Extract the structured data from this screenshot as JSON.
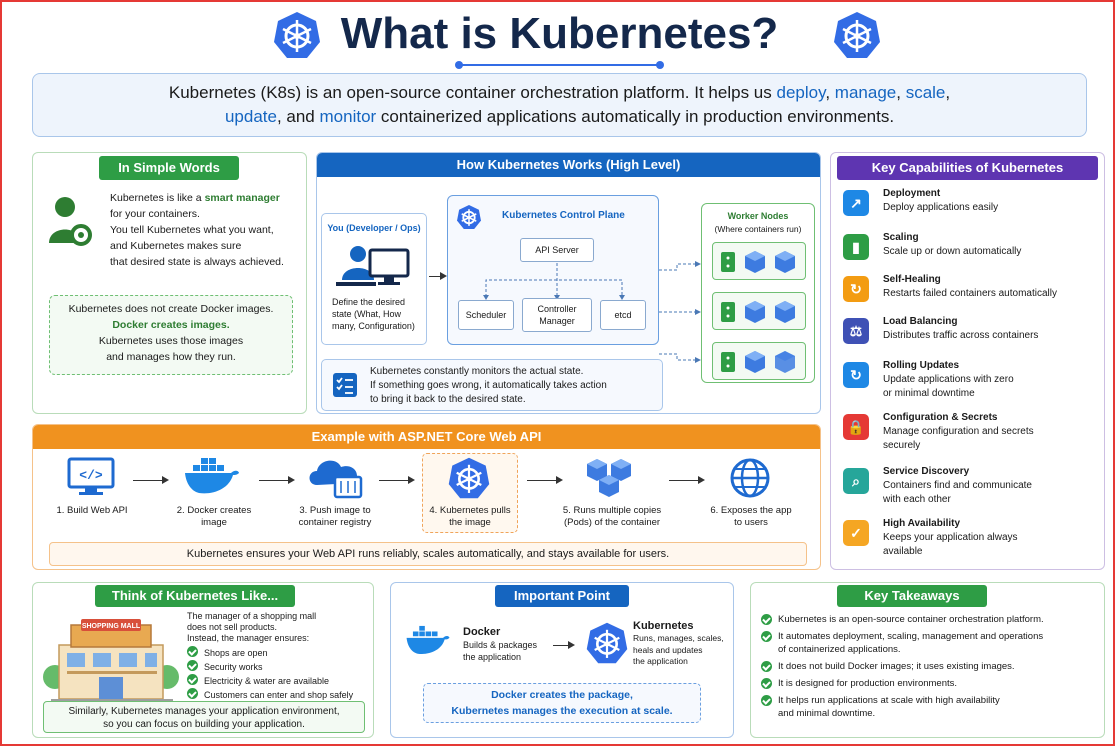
{
  "title": "What is Kubernetes?",
  "intro": {
    "p1": "Kubernetes (K8s) is an open-source container orchestration platform. It helps us",
    "w_deploy": "deploy",
    "c1": ",",
    "w_manage": "manage",
    "c2": ",",
    "w_scale": "scale",
    "c3": ",",
    "w_update": "update",
    "p2": ", and",
    "w_monitor": "monitor",
    "p3": "containerized applications automatically in production environments."
  },
  "simple": {
    "header": "In Simple Words",
    "l1a": "Kubernetes is like a",
    "l1b": "smart manager",
    "l2": "for your containers.",
    "l3": "You tell Kubernetes what you want,",
    "l4": "and Kubernetes makes sure",
    "l5": "that desired state is always achieved.",
    "note1": "Kubernetes does not create Docker images.",
    "note2": "Docker creates images.",
    "note3": "Kubernetes uses those images",
    "note4": "and manages how they run."
  },
  "works": {
    "header": "How Kubernetes Works (High Level)",
    "you_title": "You (Developer / Ops)",
    "you_d1": "Define the desired",
    "you_d2": "state (What, How",
    "you_d3": "many, Configuration)",
    "cp_title": "Kubernetes Control Plane",
    "api": "API Server",
    "scheduler": "Scheduler",
    "controller1": "Controller",
    "controller2": "Manager",
    "etcd": "etcd",
    "workers_title": "Worker Nodes",
    "workers_sub": "(Where containers run)",
    "monitor1": "Kubernetes constantly monitors the actual state.",
    "monitor2": "If something goes wrong, it automatically takes action",
    "monitor3": "to bring it back to the desired state."
  },
  "capabilities": {
    "header": "Key Capabilities of Kubernetes",
    "items": [
      {
        "title": "Deployment",
        "desc1": "Deploy applications easily",
        "desc2": "",
        "color": "#1e88e5",
        "icon": "↗"
      },
      {
        "title": "Scaling",
        "desc1": "Scale up or down automatically",
        "desc2": "",
        "color": "#2e9d45",
        "icon": "▮"
      },
      {
        "title": "Self-Healing",
        "desc1": "Restarts failed containers automatically",
        "desc2": "",
        "color": "#f39c12",
        "icon": "↻"
      },
      {
        "title": "Load Balancing",
        "desc1": "Distributes traffic across containers",
        "desc2": "",
        "color": "#3f51b5",
        "icon": "⚖"
      },
      {
        "title": "Rolling Updates",
        "desc1": "Update applications with zero",
        "desc2": "or minimal downtime",
        "color": "#1e88e5",
        "icon": "↻"
      },
      {
        "title": "Configuration & Secrets",
        "desc1": "Manage configuration and secrets",
        "desc2": "securely",
        "color": "#e53935",
        "icon": "🔒"
      },
      {
        "title": "Service Discovery",
        "desc1": "Containers find and communicate",
        "desc2": "with each other",
        "color": "#26a69a",
        "icon": "⌕"
      },
      {
        "title": "High Availability",
        "desc1": "Keeps your application always",
        "desc2": "available",
        "color": "#f5a623",
        "icon": "✓"
      }
    ]
  },
  "example": {
    "header": "Example with ASP.NET Core Web API",
    "steps": [
      {
        "l1": "1. Build Web API",
        "l2": ""
      },
      {
        "l1": "2. Docker creates",
        "l2": "image"
      },
      {
        "l1": "3. Push image to",
        "l2": "container registry"
      },
      {
        "l1": "4. Kubernetes pulls",
        "l2": "the image"
      },
      {
        "l1": "5. Runs multiple copies",
        "l2": "(Pods) of the container"
      },
      {
        "l1": "6. Exposes the app",
        "l2": "to users"
      }
    ],
    "footer": "Kubernetes ensures your Web API runs reliably, scales automatically, and stays available for users."
  },
  "think": {
    "header": "Think of Kubernetes Like...",
    "mall_sign": "SHOPPING MALL",
    "intro1": "The manager of a shopping mall",
    "intro2": "does not sell products.",
    "intro3": "Instead, the manager ensures:",
    "items": [
      "Shops are open",
      "Security works",
      "Electricity & water are available",
      "Customers can enter and shop safely"
    ],
    "footer1": "Similarly, Kubernetes manages your application environment,",
    "footer2": "so you can focus on building your application."
  },
  "important": {
    "header": "Important Point",
    "docker_title": "Docker",
    "docker_d1": "Builds & packages",
    "docker_d2": "the application",
    "k8s_title": "Kubernetes",
    "k8s_d1": "Runs, manages, scales,",
    "k8s_d2": "heals and updates",
    "k8s_d3": "the application",
    "box1": "Docker creates the package,",
    "box2": "Kubernetes manages the execution at scale."
  },
  "takeaways": {
    "header": "Key Takeaways",
    "items": [
      {
        "l1": "Kubernetes is an open-source container orchestration platform.",
        "l2": ""
      },
      {
        "l1": "It automates deployment, scaling, management and operations",
        "l2": "of containerized applications."
      },
      {
        "l1": "It does not build Docker images; it uses existing images.",
        "l2": ""
      },
      {
        "l1": "It is designed for production environments.",
        "l2": ""
      },
      {
        "l1": "It helps run applications at scale with high availability",
        "l2": "and minimal downtime."
      }
    ]
  }
}
